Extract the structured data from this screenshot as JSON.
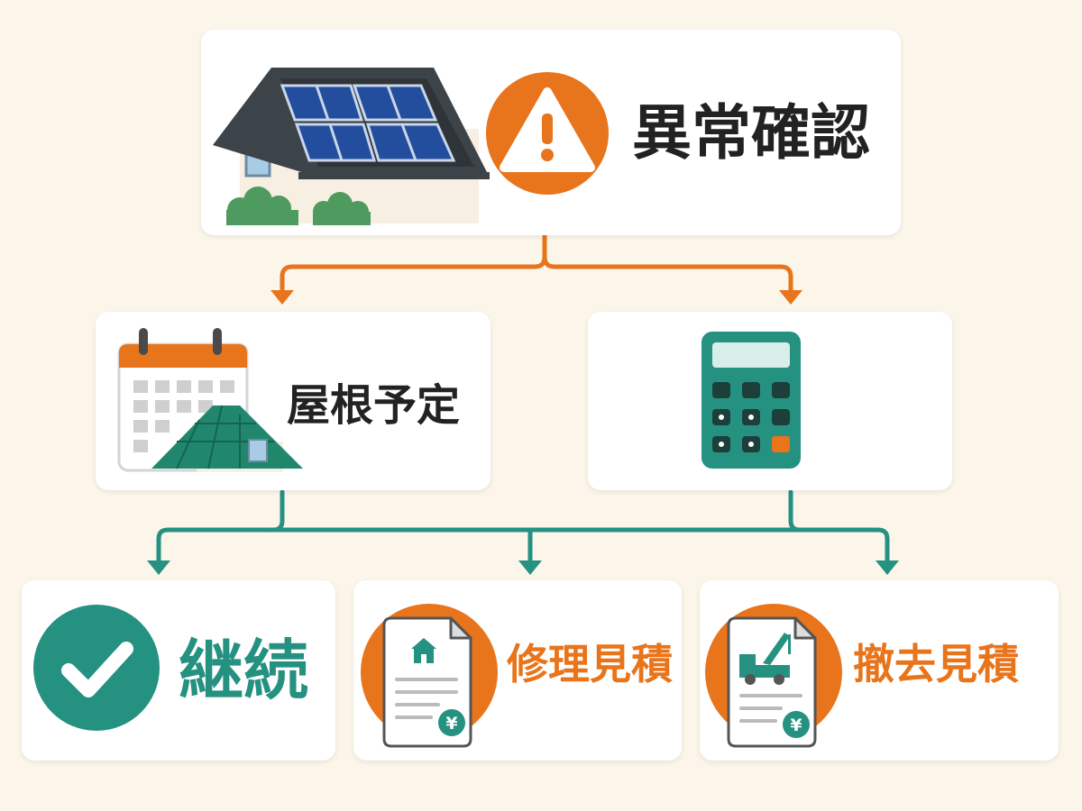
{
  "top": {
    "label": "異常確認",
    "icon": "warning-icon"
  },
  "middle": [
    {
      "label": "屋根予定",
      "icon": "calendar-roof-icon"
    },
    {
      "label": "",
      "icon": "calculator-icon"
    }
  ],
  "bottom": [
    {
      "label": "継続",
      "icon": "check-circle-icon"
    },
    {
      "label": "修理見積",
      "icon": "repair-estimate-document-icon"
    },
    {
      "label": "撤去見積",
      "icon": "removal-estimate-document-icon"
    }
  ],
  "doc_symbol": "¥",
  "colors": {
    "background": "#fbf5ea",
    "orange": "#e8741c",
    "teal": "#249181",
    "text": "#222222"
  }
}
